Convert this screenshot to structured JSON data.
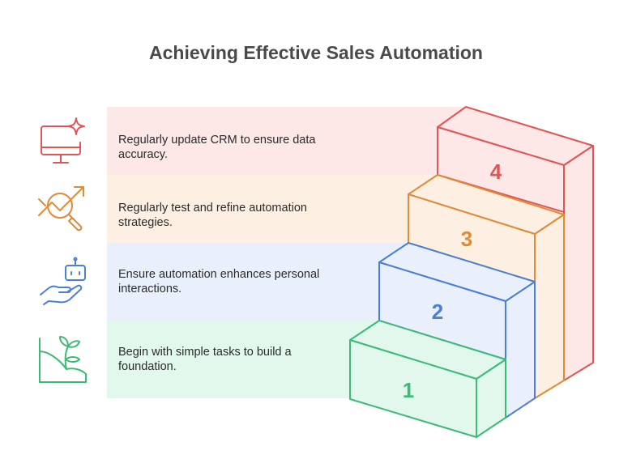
{
  "title": "Achieving Effective Sales Automation",
  "steps": [
    {
      "number": "4",
      "text": "Regularly update CRM to ensure data accuracy.",
      "icon": "monitor-sparkle-icon",
      "color": "#e05555",
      "fill": "#fde7e7"
    },
    {
      "number": "3",
      "text": "Regularly test and refine automation strategies.",
      "icon": "chart-magnifier-icon",
      "color": "#e08a36",
      "fill": "#fdf0e3"
    },
    {
      "number": "2",
      "text": "Ensure automation enhances personal interactions.",
      "icon": "robot-hand-icon",
      "color": "#4a7fd8",
      "fill": "#eaf0fb"
    },
    {
      "number": "1",
      "text": "Begin with simple tasks to build a foundation.",
      "icon": "sprout-icon",
      "color": "#3cba78",
      "fill": "#e2f8ec"
    }
  ]
}
